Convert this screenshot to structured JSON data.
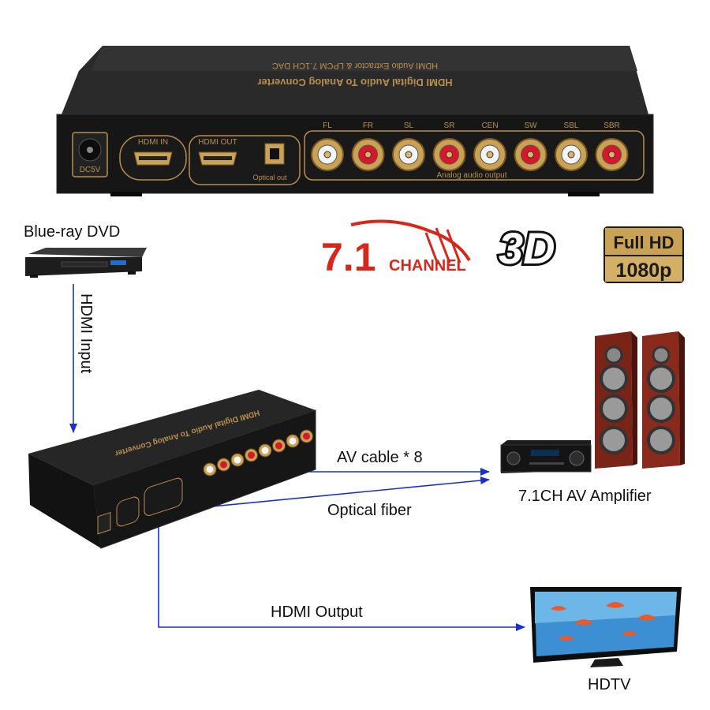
{
  "device": {
    "title_line1": "HDMI Digital Audio To Analog Converter",
    "title_line2": "HDMI Audio Extractor & LPCM 7.1CH DAC",
    "dc_label": "DC5V",
    "hdmi_in_label": "HDMI IN",
    "hdmi_out_label": "HDMI OUT",
    "optical_label": "Optical out",
    "analog_label": "Analog audio output",
    "channels": [
      "FL",
      "FR",
      "SL",
      "SR",
      "CEN",
      "SW",
      "SBL",
      "SBR"
    ],
    "jack_colors": [
      "white",
      "red",
      "white",
      "red",
      "white",
      "red",
      "white",
      "red"
    ]
  },
  "logos": {
    "channel_number": "7.1",
    "channel_word": "CHANNEL",
    "three_d": "3D",
    "fullhd_top": "Full HD",
    "fullhd_bottom": "1080p"
  },
  "diagram": {
    "source_label": "Blue-ray DVD",
    "hdmi_input_label": "HDMI Input",
    "av_cable_label": "AV cable * 8",
    "optical_fiber_label": "Optical fiber",
    "amplifier_label": "7.1CH AV Amplifier",
    "hdmi_output_label": "HDMI Output",
    "tv_label": "HDTV"
  },
  "colors": {
    "arrow": "#1a2fd0",
    "device_body": "#1c1c1c",
    "silkscreen": "#b78f4f",
    "logo_red": "#d9261c",
    "speaker_wood": "#8a2a1c"
  }
}
